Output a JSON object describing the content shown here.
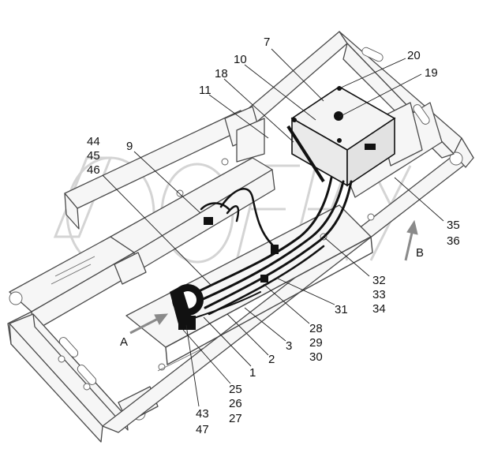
{
  "views": {
    "a": "A",
    "b": "B"
  },
  "callouts": [
    "7",
    "10",
    "20",
    "18",
    "19",
    "11",
    "44",
    "45",
    "46",
    "9",
    "35",
    "36",
    "32",
    "33",
    "34",
    "31",
    "28",
    "29",
    "30",
    "3",
    "2",
    "1",
    "25",
    "26",
    "27",
    "43",
    "47"
  ]
}
